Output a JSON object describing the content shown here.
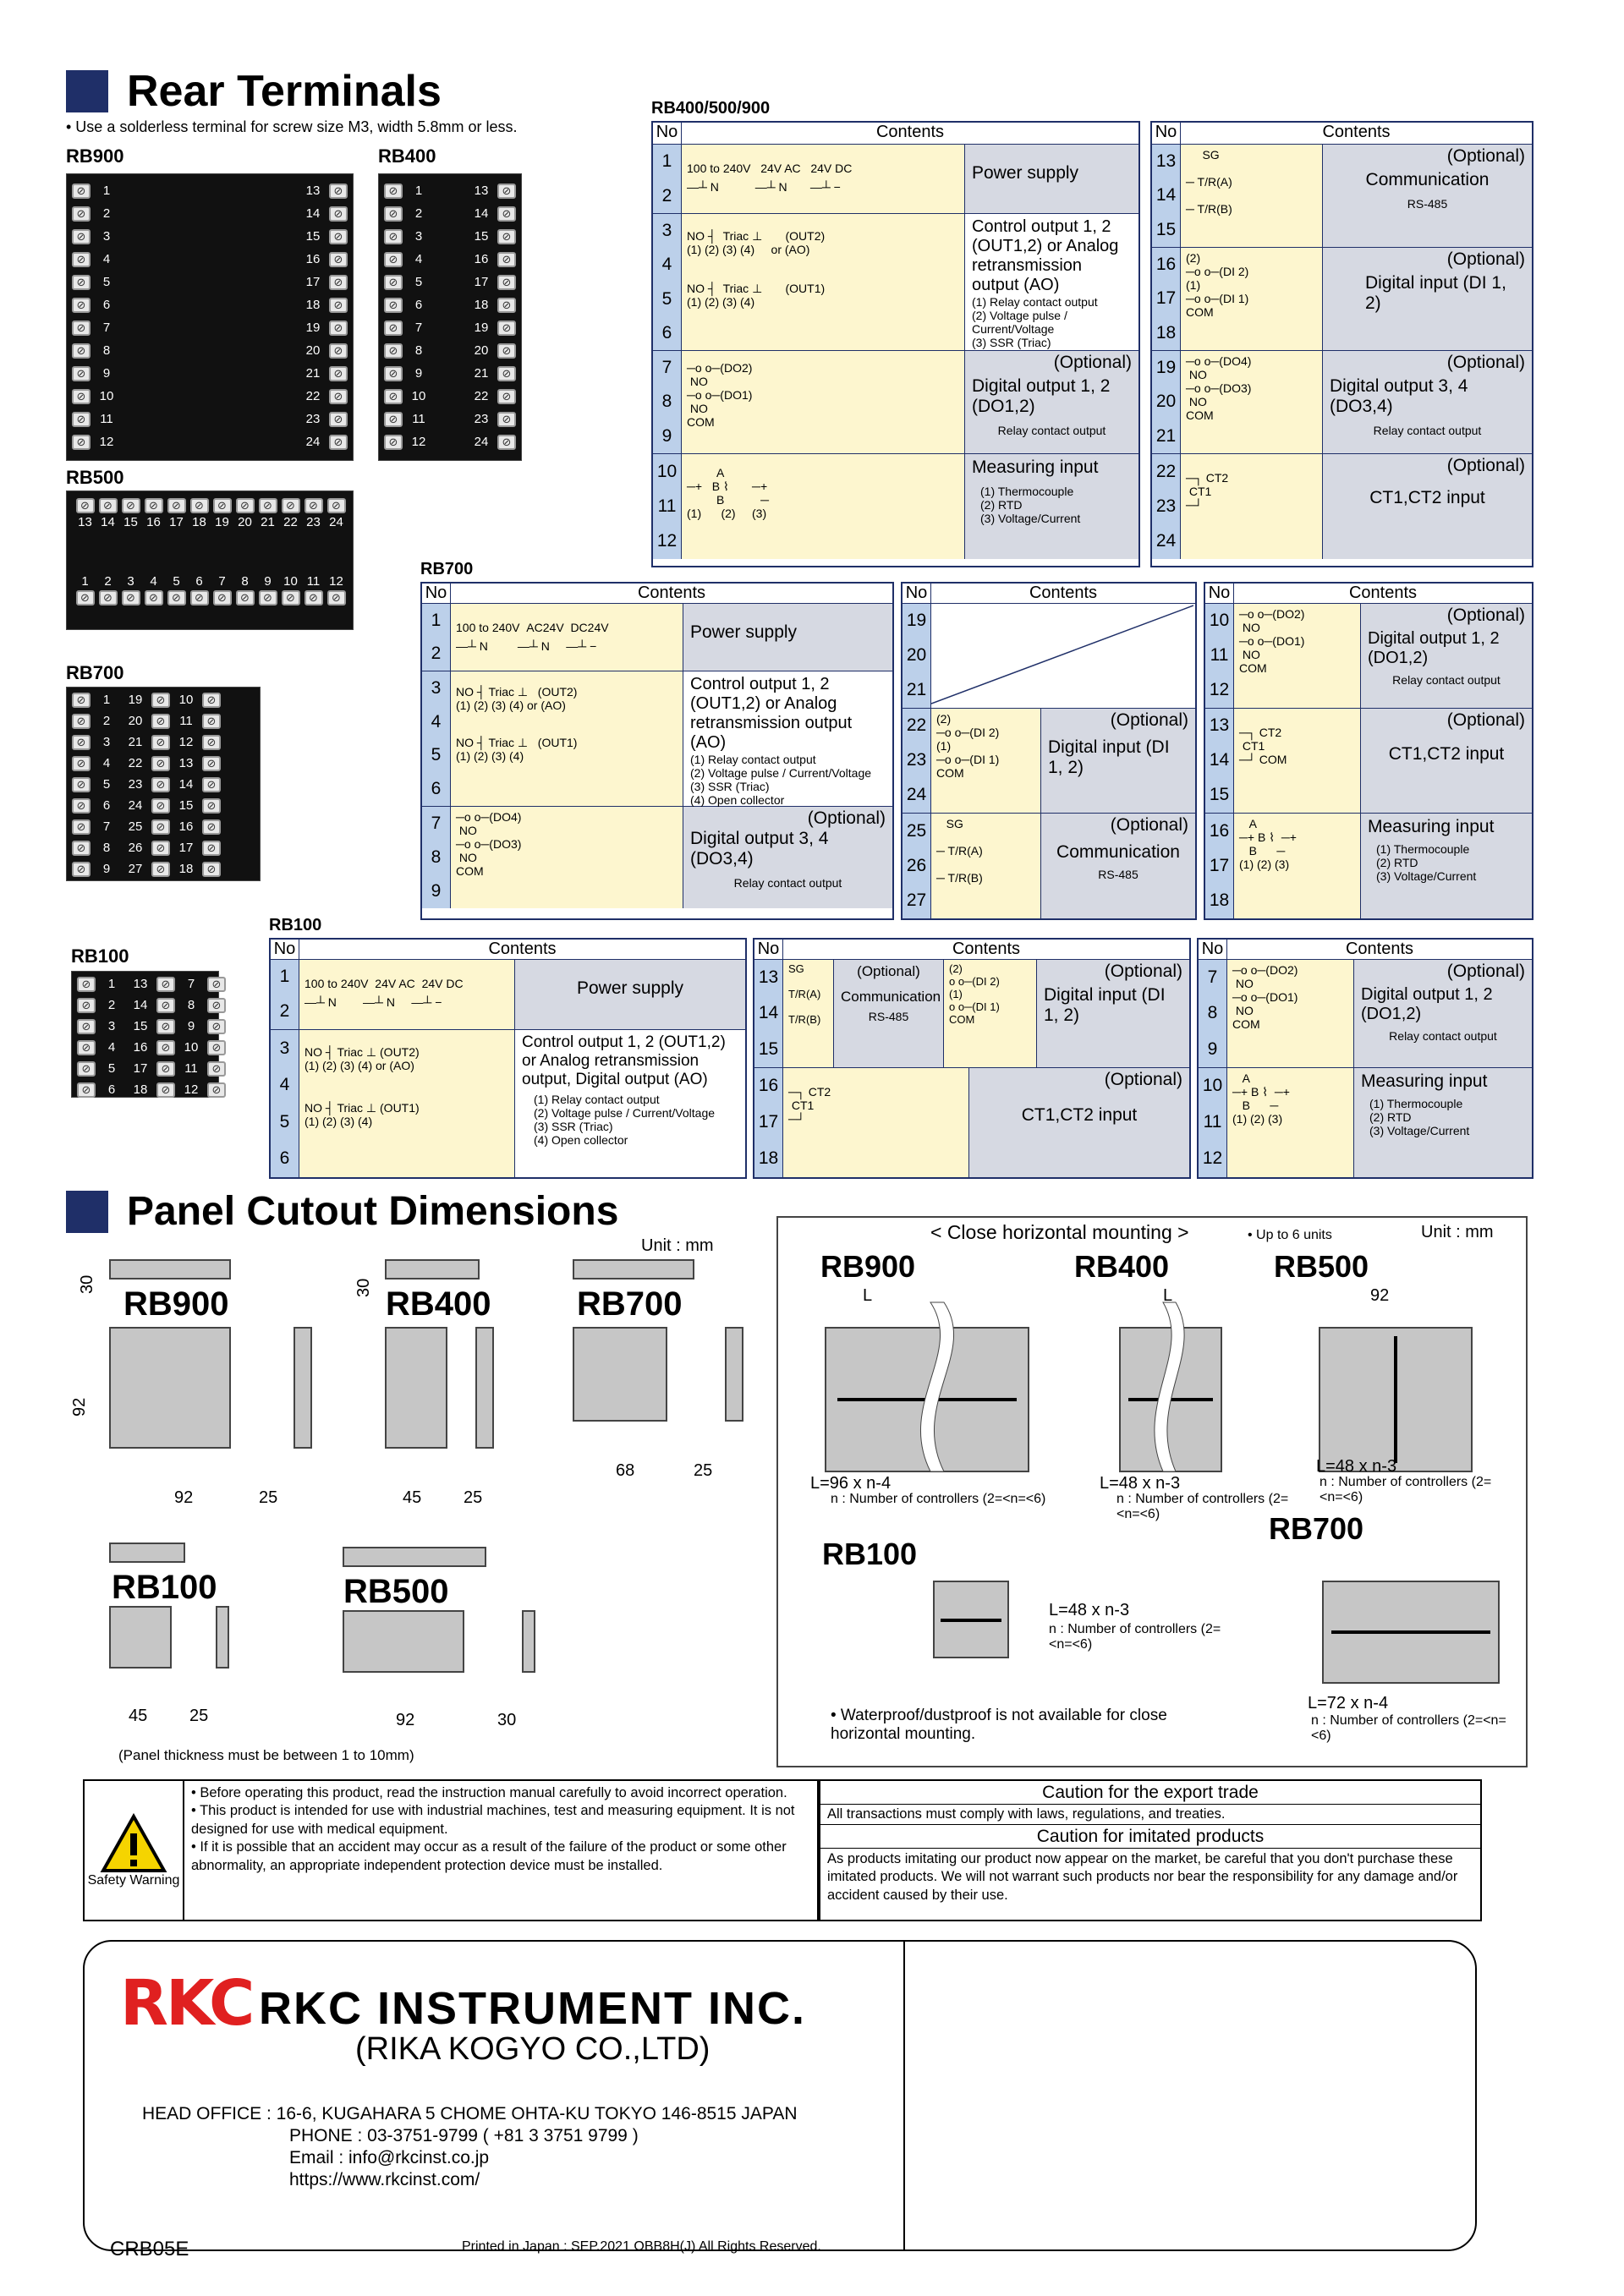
{
  "rear": {
    "title": "Rear Terminals",
    "note": "• Use a solderless terminal for screw size M3, width 5.8mm or less.",
    "rb900": "RB900",
    "rb400": "RB400",
    "rb500": "RB500",
    "rb700": "RB700",
    "rb100": "RB100",
    "rb900_left": [
      "1",
      "2",
      "3",
      "4",
      "5",
      "6",
      "7",
      "8",
      "9",
      "10",
      "11",
      "12"
    ],
    "rb900_right": [
      "13",
      "14",
      "15",
      "16",
      "17",
      "18",
      "19",
      "20",
      "21",
      "22",
      "23",
      "24"
    ],
    "rb500_top": [
      "13",
      "14",
      "15",
      "16",
      "17",
      "18",
      "19",
      "20",
      "21",
      "22",
      "23",
      "24"
    ],
    "rb500_bot": [
      "1",
      "2",
      "3",
      "4",
      "5",
      "6",
      "7",
      "8",
      "9",
      "10",
      "11",
      "12"
    ],
    "rb700_a": [
      "1",
      "2",
      "3",
      "4",
      "5",
      "6",
      "7",
      "8",
      "9"
    ],
    "rb700_b": [
      "19",
      "20",
      "21",
      "22",
      "23",
      "24",
      "25",
      "26",
      "27"
    ],
    "rb700_c": [
      "10",
      "11",
      "12",
      "13",
      "14",
      "15",
      "16",
      "17",
      "18"
    ],
    "rb100_a": [
      "1",
      "2",
      "3",
      "4",
      "5",
      "6"
    ],
    "rb100_b": [
      "13",
      "14",
      "15",
      "16",
      "17",
      "18"
    ],
    "rb100_c": [
      "7",
      "8",
      "9",
      "10",
      "11",
      "12"
    ]
  },
  "tables": {
    "rb400_title": "RB400/500/900",
    "rb700_title": "RB700",
    "rb100_title": "RB100",
    "no": "No",
    "contents": "Contents",
    "power": "Power supply",
    "v1": "100 to 240V",
    "v2": "24V AC",
    "v3": "24V DC",
    "v2b": "AC24V",
    "v3b": "DC24V",
    "ctrl": "Control output 1, 2 (OUT1,2) or Analog retransmission output (AO)",
    "ctrl100": "Control output 1, 2 (OUT1,2) or Analog retransmission output, Digital output (AO)",
    "ctrl_list": [
      "(1) Relay contact output",
      "(2) Voltage pulse / Current/Voltage",
      "(3) SSR (Triac)",
      "(4) Open collector"
    ],
    "optional": "(Optional)",
    "do12": "Digital output 1, 2 (DO1,2)",
    "do34": "Digital output 3, 4 (DO3,4)",
    "relay": "Relay contact output",
    "meas": "Measuring input",
    "meas_list": [
      "(1) Thermocouple",
      "(2) RTD",
      "(3) Voltage/Current"
    ],
    "comm": "Communication",
    "rs485": "RS-485",
    "di": "Digital input (DI 1, 2)",
    "ct": "CT1,CT2 input"
  },
  "cutout": {
    "title": "Panel Cutout Dimensions",
    "unit": "Unit : mm",
    "models": [
      "RB900",
      "RB400",
      "RB700",
      "RB100",
      "RB500"
    ],
    "thick": "(Panel thickness must be between 1 to 10mm)",
    "close_title": "< Close horizontal mounting >",
    "up6": "• Up to 6 units",
    "unit2": "Unit : mm",
    "l96": "L=96 x n-4",
    "l48": "L=48 x n-3",
    "l72": "L=72 x n-4",
    "n_note": "n : Number of controllers (2=<n=<6)",
    "waterproof": "• Waterproof/dustproof is not available for close horizontal mounting."
  },
  "warn": {
    "safety": "Safety Warning",
    "items": [
      "• Before operating this product, read the instruction manual carefully to avoid incorrect operation.",
      "• This product is intended for use with industrial machines, test and measuring equipment. It is not designed for use with medical equipment.",
      "• If it is possible that an accident may occur as a result of the failure of the product or some other abnormality, an appropriate independent protection device must be installed."
    ],
    "export_t": "Caution for the export trade",
    "export": "All transactions must comply with laws, regulations, and treaties.",
    "imit_t": "Caution for imitated products",
    "imit": "As products imitating our product now appear on the market, be careful that you don't purchase these imitated products. We will not warrant such products nor bear the responsibility for any damage and/or accident caused by their use."
  },
  "company": {
    "logo": "RKC",
    "name": "RKC INSTRUMENT INC.",
    "sub": "(RIKA KOGYO CO.,LTD)",
    "office": "HEAD OFFICE : 16-6, KUGAHARA 5 CHOME OHTA-KU TOKYO 146-8515 JAPAN",
    "phone": "PHONE :  03-3751-9799 ( +81 3 3751 9799 )",
    "email": "Email :    info@rkcinst.co.jp",
    "web": "https://www.rkcinst.com/",
    "code": "CRB05E",
    "printed": "Printed in Japan : SEP.2021  OBB8H(J) All Rights Reserved."
  }
}
